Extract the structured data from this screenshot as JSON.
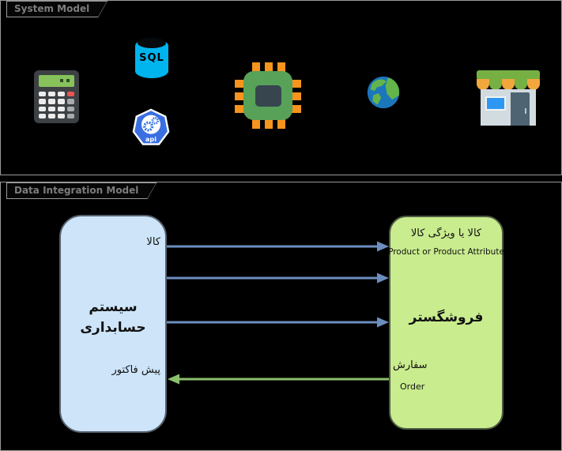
{
  "page": {
    "background": "#000000"
  },
  "sections": {
    "system_model": {
      "label": "System Model"
    },
    "data_integration_model": {
      "label": "Data Integration Model"
    }
  },
  "system_icons": {
    "calculator": {
      "name": "calculator"
    },
    "sql_database": {
      "label": "SQL"
    },
    "api_service": {
      "label": "api"
    },
    "cpu": {
      "name": "cpu-chip"
    },
    "globe": {
      "name": "globe"
    },
    "store": {
      "name": "storefront"
    }
  },
  "integration": {
    "accounting_box": {
      "title": "سیستم حسابداری",
      "product_out_label": "کالا",
      "proforma_in_label": "پیش فاکتور",
      "fill": "#cde4f9"
    },
    "store_box": {
      "title": "فروشگستر",
      "product_in_label_fa": "کالا یا ویژگی کالا",
      "product_in_label_en": "Product or Product Attribute",
      "order_out_label_fa": "سفارش",
      "order_out_label_en": "Order",
      "fill": "#c9ec8e"
    },
    "flows": [
      {
        "id": "product-flow-1",
        "direction": "accounting-to-store",
        "color": "#6c8ebf"
      },
      {
        "id": "product-flow-2",
        "direction": "accounting-to-store",
        "color": "#6c8ebf"
      },
      {
        "id": "product-flow-3",
        "direction": "accounting-to-store",
        "color": "#6c8ebf"
      },
      {
        "id": "order-proforma-flow",
        "direction": "store-to-accounting",
        "color": "#8cbf6d"
      }
    ]
  }
}
